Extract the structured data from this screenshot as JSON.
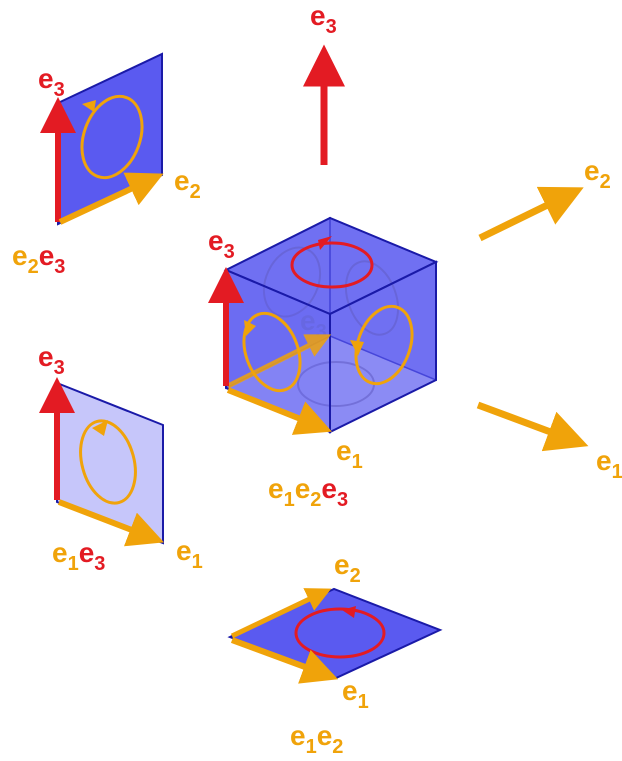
{
  "colors": {
    "red": "#e31b23",
    "orange": "#f0a30a",
    "plane_fill": "#5a5af0",
    "plane_light": "#c6c6fa",
    "edge": "#1a1aa8"
  },
  "vectors": {
    "e1": {
      "base": "e",
      "sub": "1"
    },
    "e2": {
      "base": "e",
      "sub": "2"
    },
    "e3": {
      "base": "e",
      "sub": "3"
    }
  },
  "bivectors": {
    "e2e3": {
      "a_base": "e",
      "a_sub": "2",
      "b_base": "e",
      "b_sub": "3"
    },
    "e1e3": {
      "a_base": "e",
      "a_sub": "1",
      "b_base": "e",
      "b_sub": "3"
    },
    "e1e2": {
      "a_base": "e",
      "a_sub": "1",
      "b_base": "e",
      "b_sub": "2"
    }
  },
  "trivector": {
    "e1e2e3": {
      "a_base": "e",
      "a_sub": "1",
      "b_base": "e",
      "b_sub": "2",
      "c_base": "e",
      "c_sub": "3"
    }
  },
  "icons": [
    "circulation-arrow-icon",
    "basis-vector-arrow-icon"
  ]
}
